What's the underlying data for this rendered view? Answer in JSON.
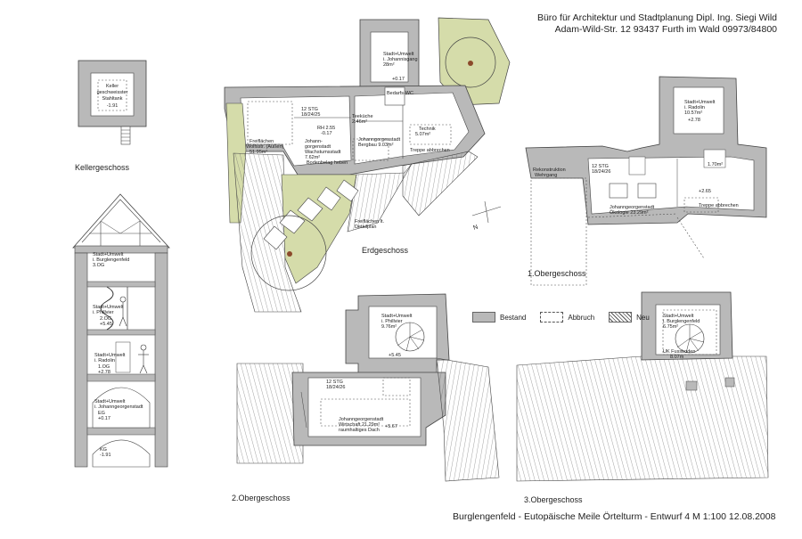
{
  "header": {
    "line1": "Büro für Architektur und Stadtplanung Dipl. Ing. Siegi Wild",
    "line2": "Adam-Wild-Str. 12 93437 Furth im Wald  09973/84800"
  },
  "floors": {
    "keller": "Kellergeschoss",
    "erd": "Erdgeschoss",
    "og1": "1.Obergeschoss",
    "og2": "2.Obergeschoss",
    "og3": "3.Obergeschoss"
  },
  "legend": {
    "bestand": "Bestand",
    "abbruch": "Abbruch",
    "neu": "Neu"
  },
  "rooms": {
    "keller": [
      "Keller",
      "geschweisster",
      "Stahltank",
      "-1.91"
    ],
    "eg_johannisgang": [
      "Stadt+Umwelt",
      "i. Johannisgang",
      "28m²"
    ],
    "eg_level": "+0.17",
    "eg_bedarfwc": "Bedarfs-WC",
    "eg_stg": [
      "12 STG",
      "18/24/25"
    ],
    "eg_rh": [
      "RH 2.55",
      "-0.17"
    ],
    "eg_teekueche": [
      "Teeküche",
      "2.46m²"
    ],
    "eg_technik": [
      "Technik",
      "5.07m²"
    ],
    "eg_johann_wachs": [
      "Johann-",
      "gorgenstadt",
      "Wachstumsstadt",
      "7.62m²"
    ],
    "eg_bergbau": [
      "Johanngorgenstadt",
      "Bergbau 9.03m²"
    ],
    "eg_freiflaechen": [
      "Freiflächen",
      "Wolfsstr. (Außen)",
      "51.95m²"
    ],
    "eg_treppe": "Treppe abbrechen",
    "eg_bodenbelag": "Bodenbelag heben",
    "eg_detailplan": [
      "Freiflächen lt.",
      "Detailplan"
    ],
    "og1_radolin": [
      "Stadt+Umwelt",
      "i. Radolin",
      "10.57m²",
      "+2.78"
    ],
    "og1_rekon": [
      "Rekonstruktion",
      "Wehrgang"
    ],
    "og1_stg": [
      "12 STG",
      "18/24/26"
    ],
    "og1_wc": "1.70m²",
    "og1_level": "+2.65",
    "og1_oekologie": [
      "Johanngeorgenstadt",
      "Ökologie 23.29m²"
    ],
    "og1_treppe": "Treppe abbrechen",
    "og2_phillvier": [
      "Stadt+Umwelt",
      "i. Phillvier",
      "9.76m²"
    ],
    "og2_level": "+5.45",
    "og2_stg": [
      "12 STG",
      "18/24/26"
    ],
    "og2_wirtschaft": [
      "Johanngeorgenstadt",
      "Wirtschaft 21.29m²",
      "raumhaltiges Dach"
    ],
    "og2_level2": "+5.67",
    "og3_burglengenfeld": [
      "Stadt+Umwelt",
      "i. Burglengenfeld",
      "6.75m²"
    ],
    "og3_fussboden": [
      "UK Fussboden",
      "8.07m"
    ],
    "section": [
      [
        "Stadt+Umwelt",
        "i. Burglengenfeld",
        "3.OG"
      ],
      [
        "Stadt+Umwelt",
        "i. Phillvier",
        "2.OG",
        "+5.45"
      ],
      [
        "Stadt+Umwelt",
        "i. Radolin",
        "1.OG",
        "+2.78"
      ],
      [
        "Stadt+Umwelt",
        "i. Johanngeorgenstadt",
        "EG",
        "+0.17"
      ],
      [
        "KG",
        "-1.91"
      ]
    ]
  },
  "footer": "Burglengenfeld  -  Eutopäische Meile   Örtelturm  -  Entwurf 4    M 1:100   12.08.2008",
  "colors": {
    "bestand": "#b9b9b9",
    "green": "#d5dcaa",
    "line": "#444444"
  }
}
